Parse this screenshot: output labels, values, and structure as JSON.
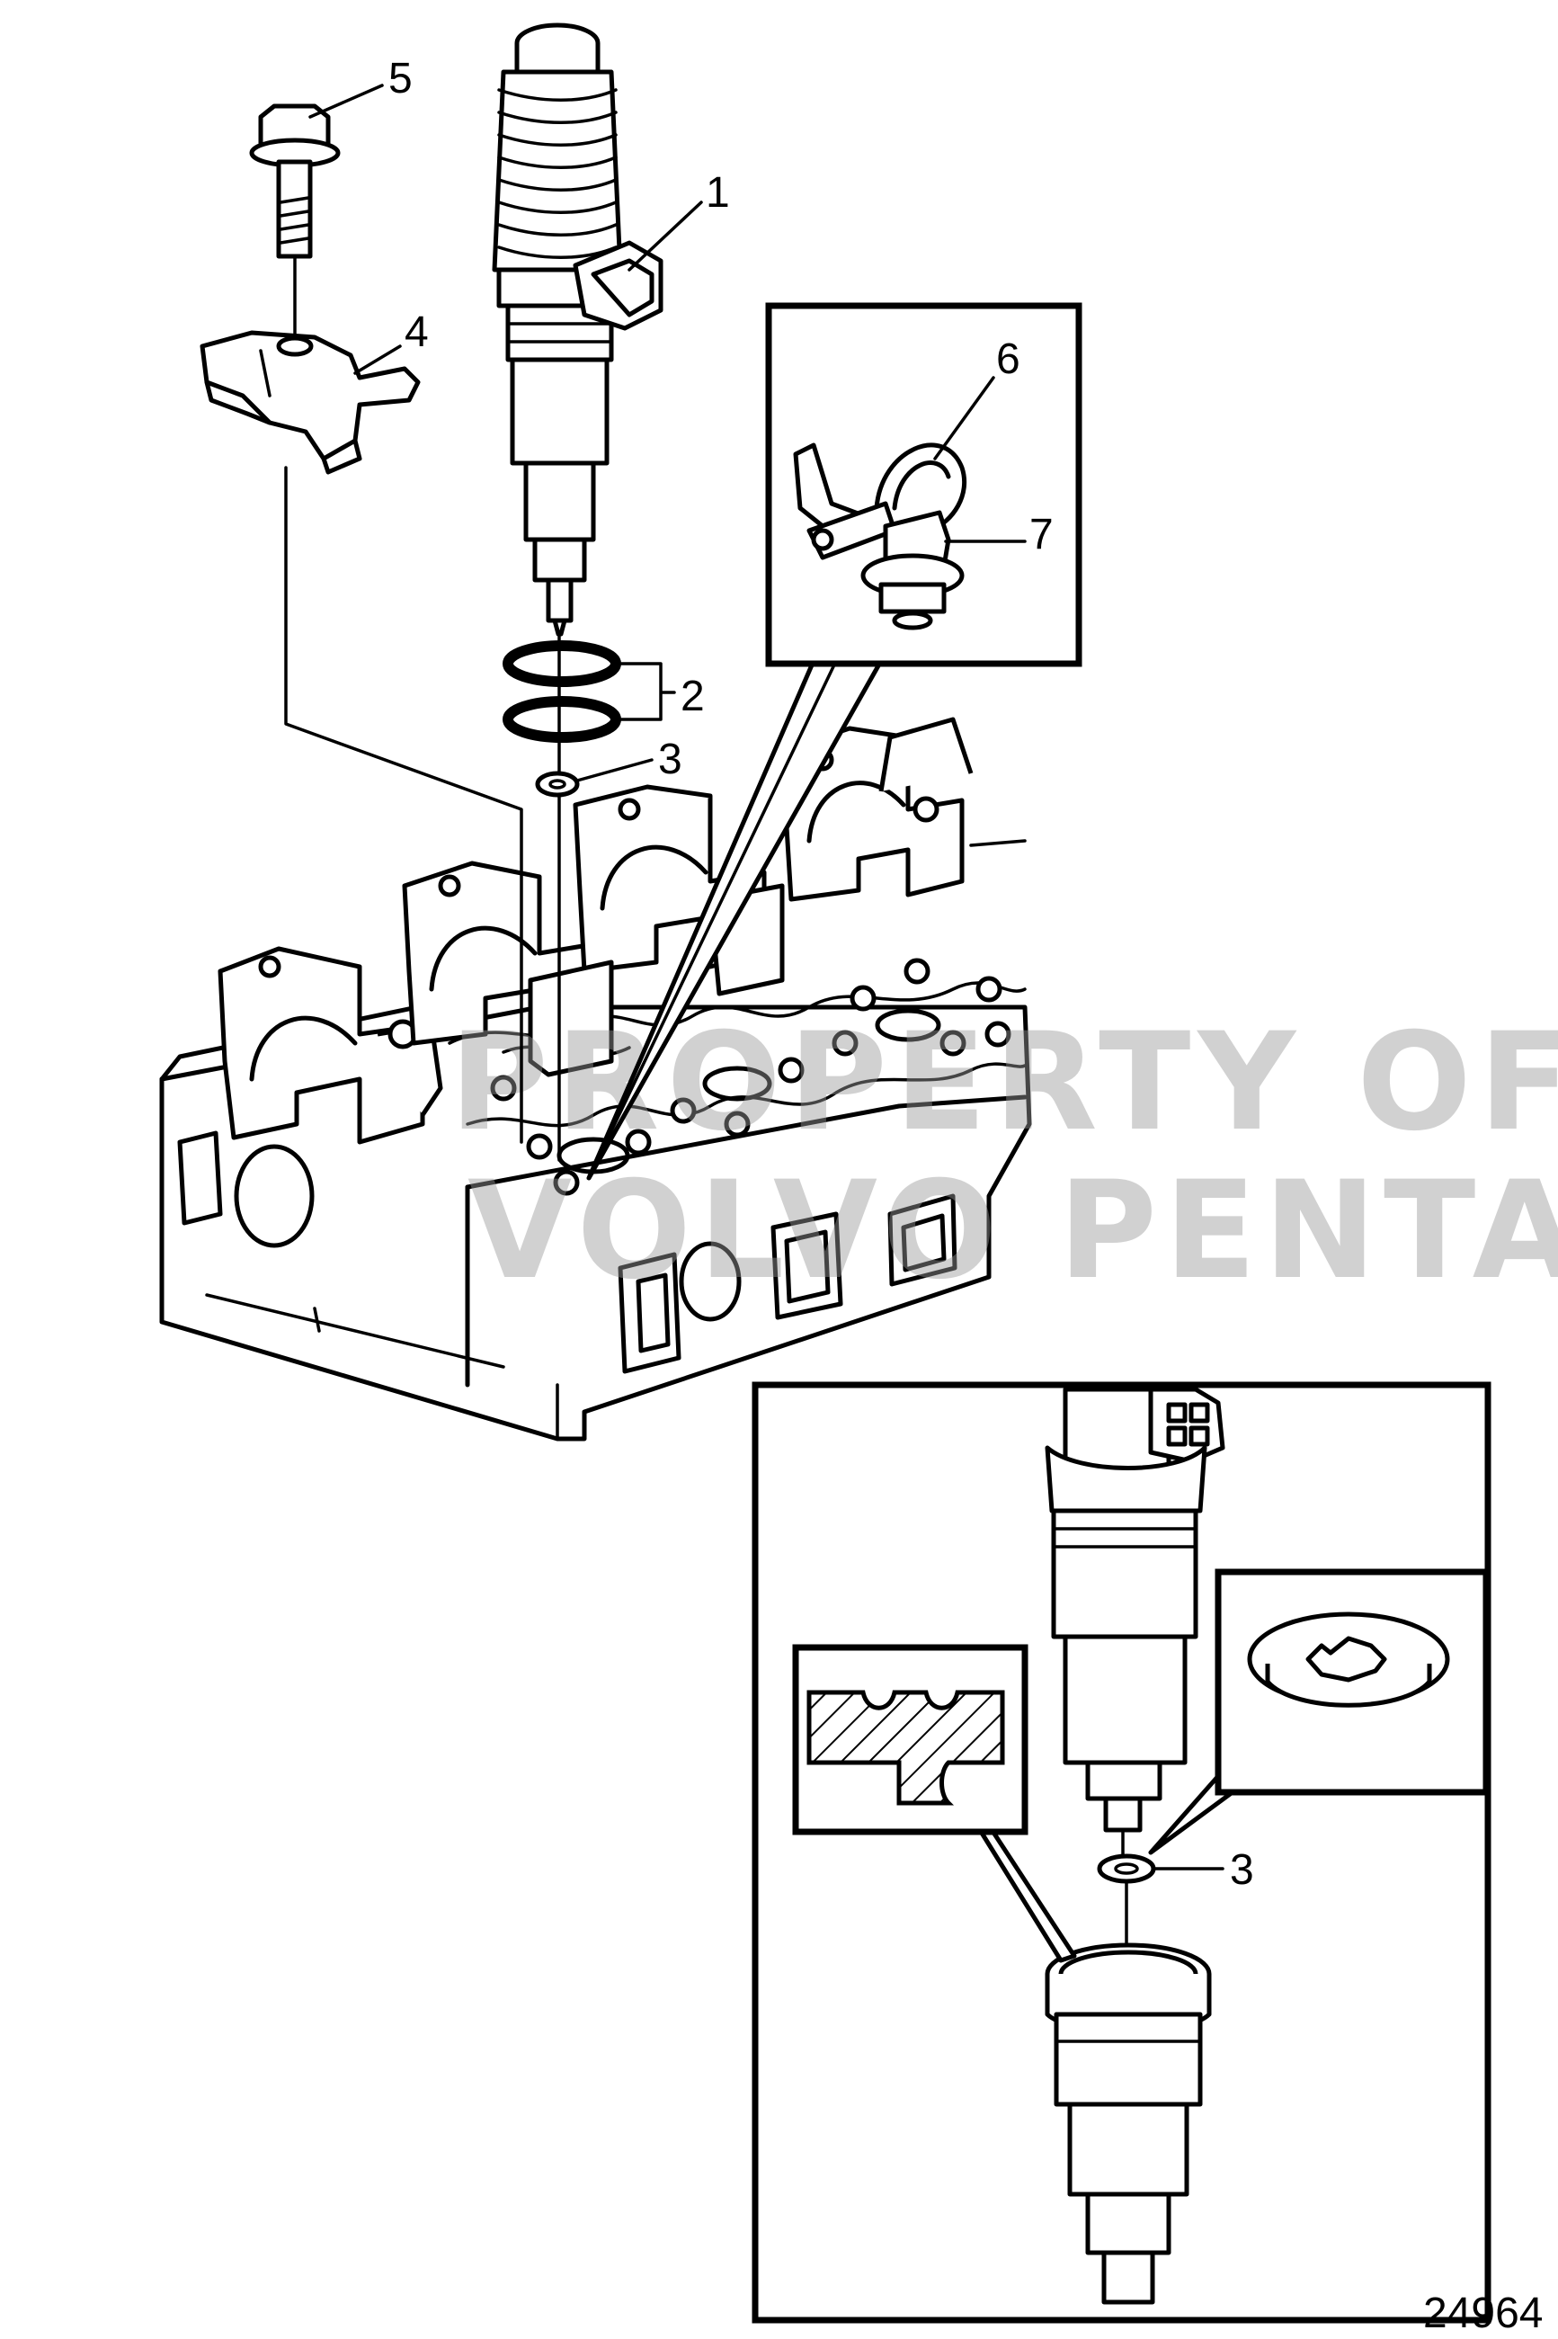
{
  "drawing_number": "24964",
  "watermark": {
    "line1": "PROPERTY OF",
    "line2": "VOLVO PENTA"
  },
  "callouts": {
    "c1": "1",
    "c2": "2",
    "c3": "3",
    "c4": "4",
    "c5": "5",
    "c6": "6",
    "c7": "7",
    "c3_detail": "3"
  }
}
